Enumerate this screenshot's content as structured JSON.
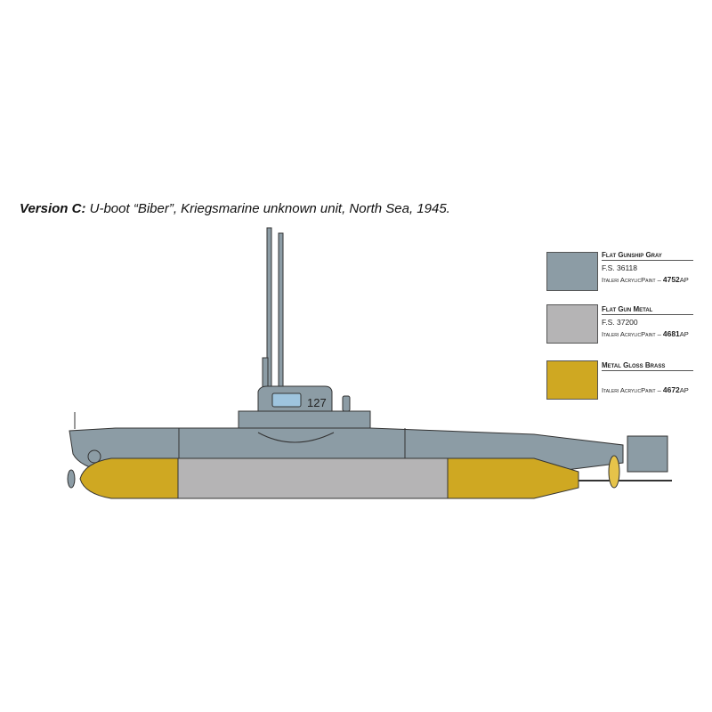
{
  "title": {
    "prefix": "Version C:",
    "text": " U-boot “Biber”, Kriegsmarine unknown unit, North Sea, 1945."
  },
  "hull_number": "127",
  "legend": [
    {
      "name": "Flat Gunship Gray",
      "fs": "F.S. 36118",
      "brand": "Italeri AcrylicPaint – ",
      "code": "4752",
      "suffix": "AP",
      "color": "#8c9ca5"
    },
    {
      "name": "Flat Gun Metal",
      "fs": "F.S. 37200",
      "brand": "Italeri AcrylicPaint – ",
      "code": "4681",
      "suffix": "AP",
      "color": "#b5b4b5"
    },
    {
      "name": "Metal Gloss Brass",
      "fs": "",
      "brand": "Italeri AcrylicPaint – ",
      "code": "4672",
      "suffix": "AP",
      "color": "#cfa822"
    }
  ]
}
